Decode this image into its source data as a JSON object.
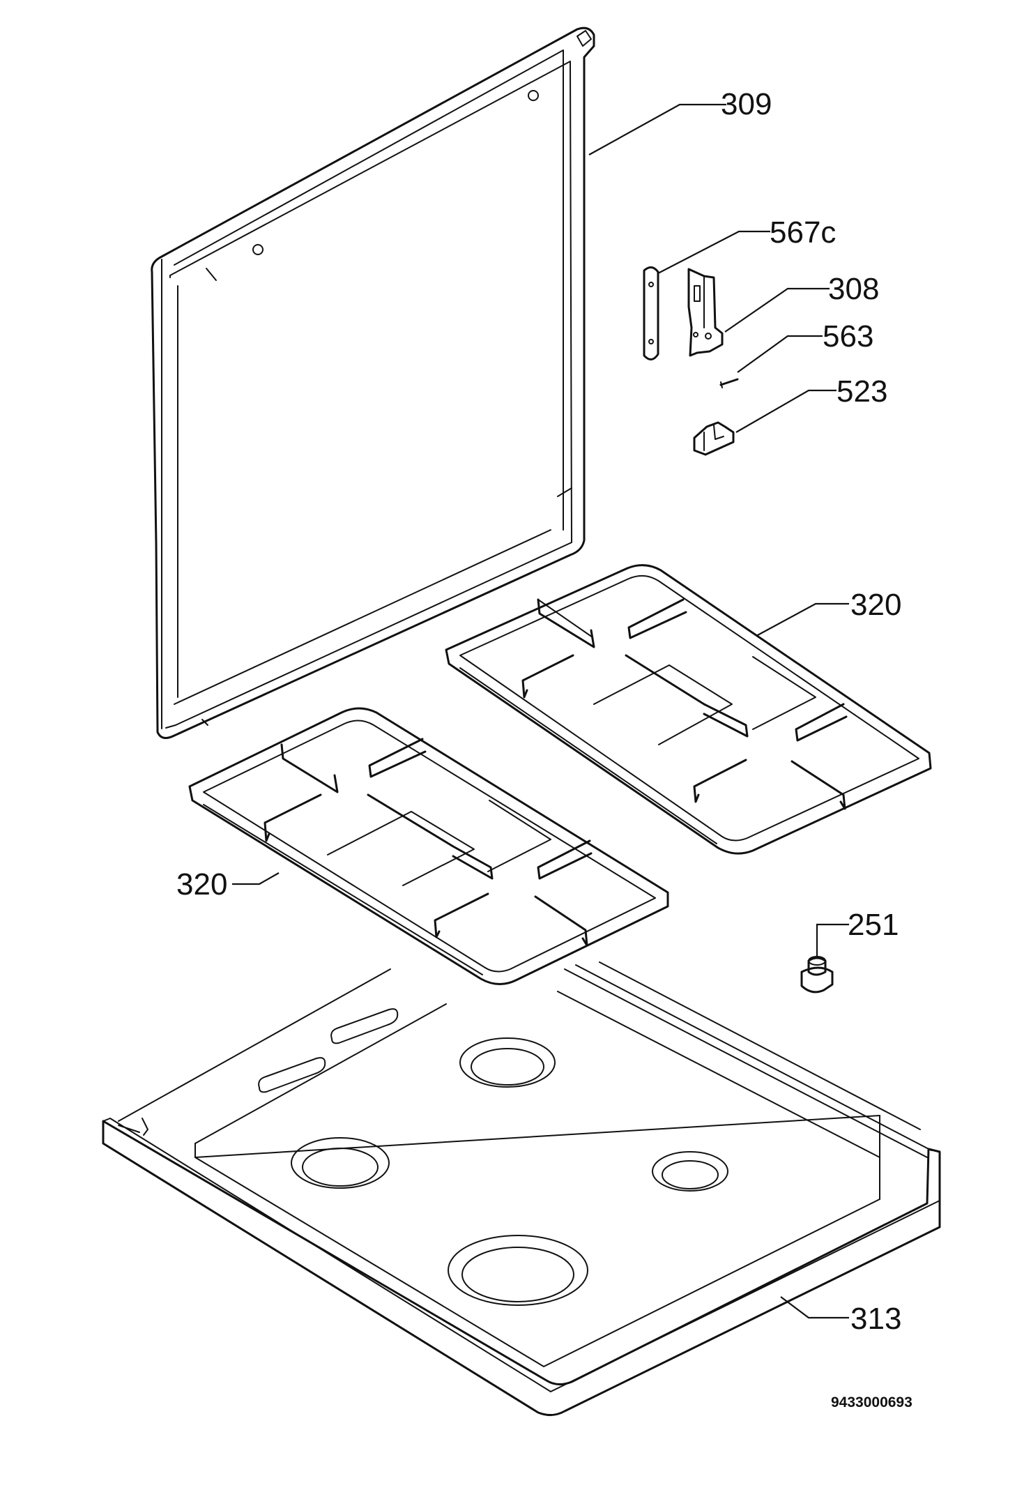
{
  "parts": [
    {
      "id": "309",
      "label": "309",
      "name": "glass-lid"
    },
    {
      "id": "567c",
      "label": "567c",
      "name": "hinge-plate"
    },
    {
      "id": "308",
      "label": "308",
      "name": "hinge"
    },
    {
      "id": "563",
      "label": "563",
      "name": "hinge-pin"
    },
    {
      "id": "523",
      "label": "523",
      "name": "hinge-bracket"
    },
    {
      "id": "320a",
      "label": "320",
      "name": "pan-support-rear"
    },
    {
      "id": "320b",
      "label": "320",
      "name": "pan-support-front"
    },
    {
      "id": "251",
      "label": "251",
      "name": "control-knob"
    },
    {
      "id": "313",
      "label": "313",
      "name": "hob-top"
    }
  ],
  "drawing_number": "9433000693"
}
